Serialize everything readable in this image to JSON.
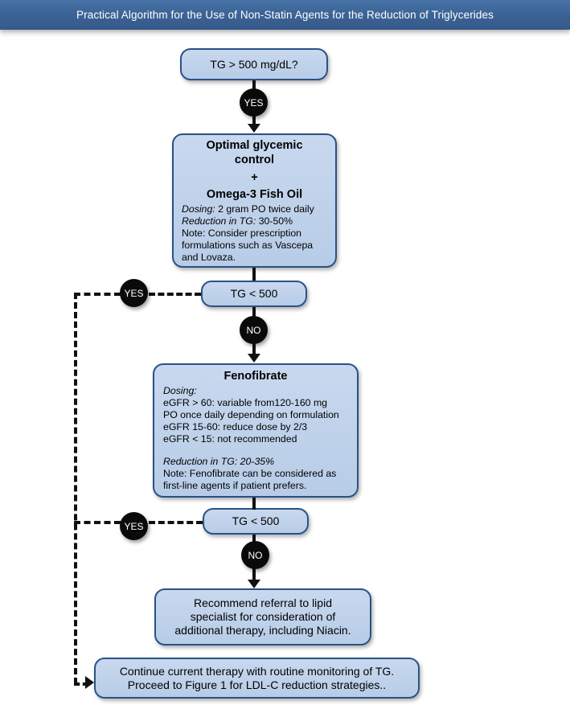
{
  "header": {
    "title": "Practical Algorithm for the Use of Non-Statin Agents for the Reduction of Triglycerides"
  },
  "nodes": {
    "tg500_question": {
      "label": "TG > 500 mg/dL?"
    },
    "omega": {
      "line1": "Optimal glycemic",
      "line2": "control",
      "plus": "+",
      "title": "Omega-3 Fish Oil",
      "dosing_label": "Dosing:",
      "dosing_value": " 2 gram PO twice daily",
      "reduction_label": "Reduction in TG:",
      "reduction_value": " 30-50%",
      "note_line1": "Note: Consider prescription",
      "note_line2": "formulations such as Vascepa",
      "note_line3": "and Lovaza."
    },
    "tg500_check1": {
      "label": "TG < 500"
    },
    "fenofibrate": {
      "title": "Fenofibrate",
      "dosing_label": "Dosing:",
      "dose_line1": "eGFR > 60: variable from120-160 mg",
      "dose_line2": "PO once daily depending on formulation",
      "dose_line3": "eGFR 15-60: reduce dose by 2/3",
      "dose_line4": "eGFR < 15: not recommended",
      "reduction": "Reduction in TG: 20-35%",
      "note_line1": "Note: Fenofibrate can be considered as",
      "note_line2": "first-line agents if patient prefers."
    },
    "tg500_check2": {
      "label": "TG < 500"
    },
    "referral": {
      "line1": "Recommend referral to lipid",
      "line2": "specialist for consideration of",
      "line3": "additional therapy, including Niacin."
    },
    "continue": {
      "line1": "Continue current therapy with routine monitoring of TG.",
      "line2": "Proceed to Figure 1 for LDL-C reduction strategies.."
    }
  },
  "decisions": {
    "yes_top": "YES",
    "no_first": "NO",
    "yes_first": "YES",
    "no_second": "NO",
    "yes_second": "YES"
  },
  "colors": {
    "header_blue": "#3c6496",
    "box_fill": "#bfd2ea",
    "box_border": "#2a5285",
    "bubble_fill": "#0a0a0a",
    "connector": "#111111"
  }
}
